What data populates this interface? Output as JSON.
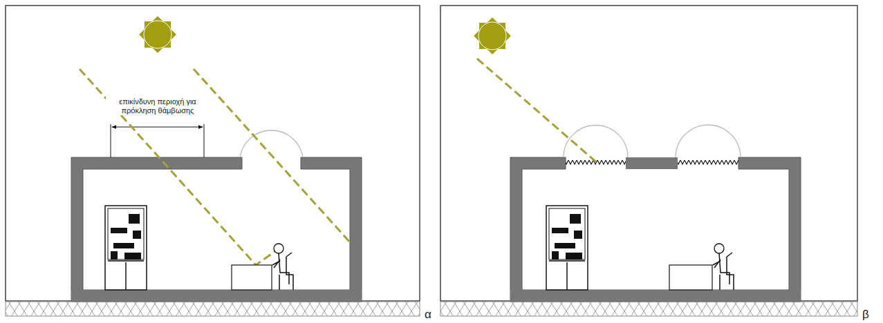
{
  "diagram": {
    "labels": [
      "επικίνδυνη περιοχή για πρόκληση θάμβωσης",
      "α",
      "β"
    ]
  }
}
